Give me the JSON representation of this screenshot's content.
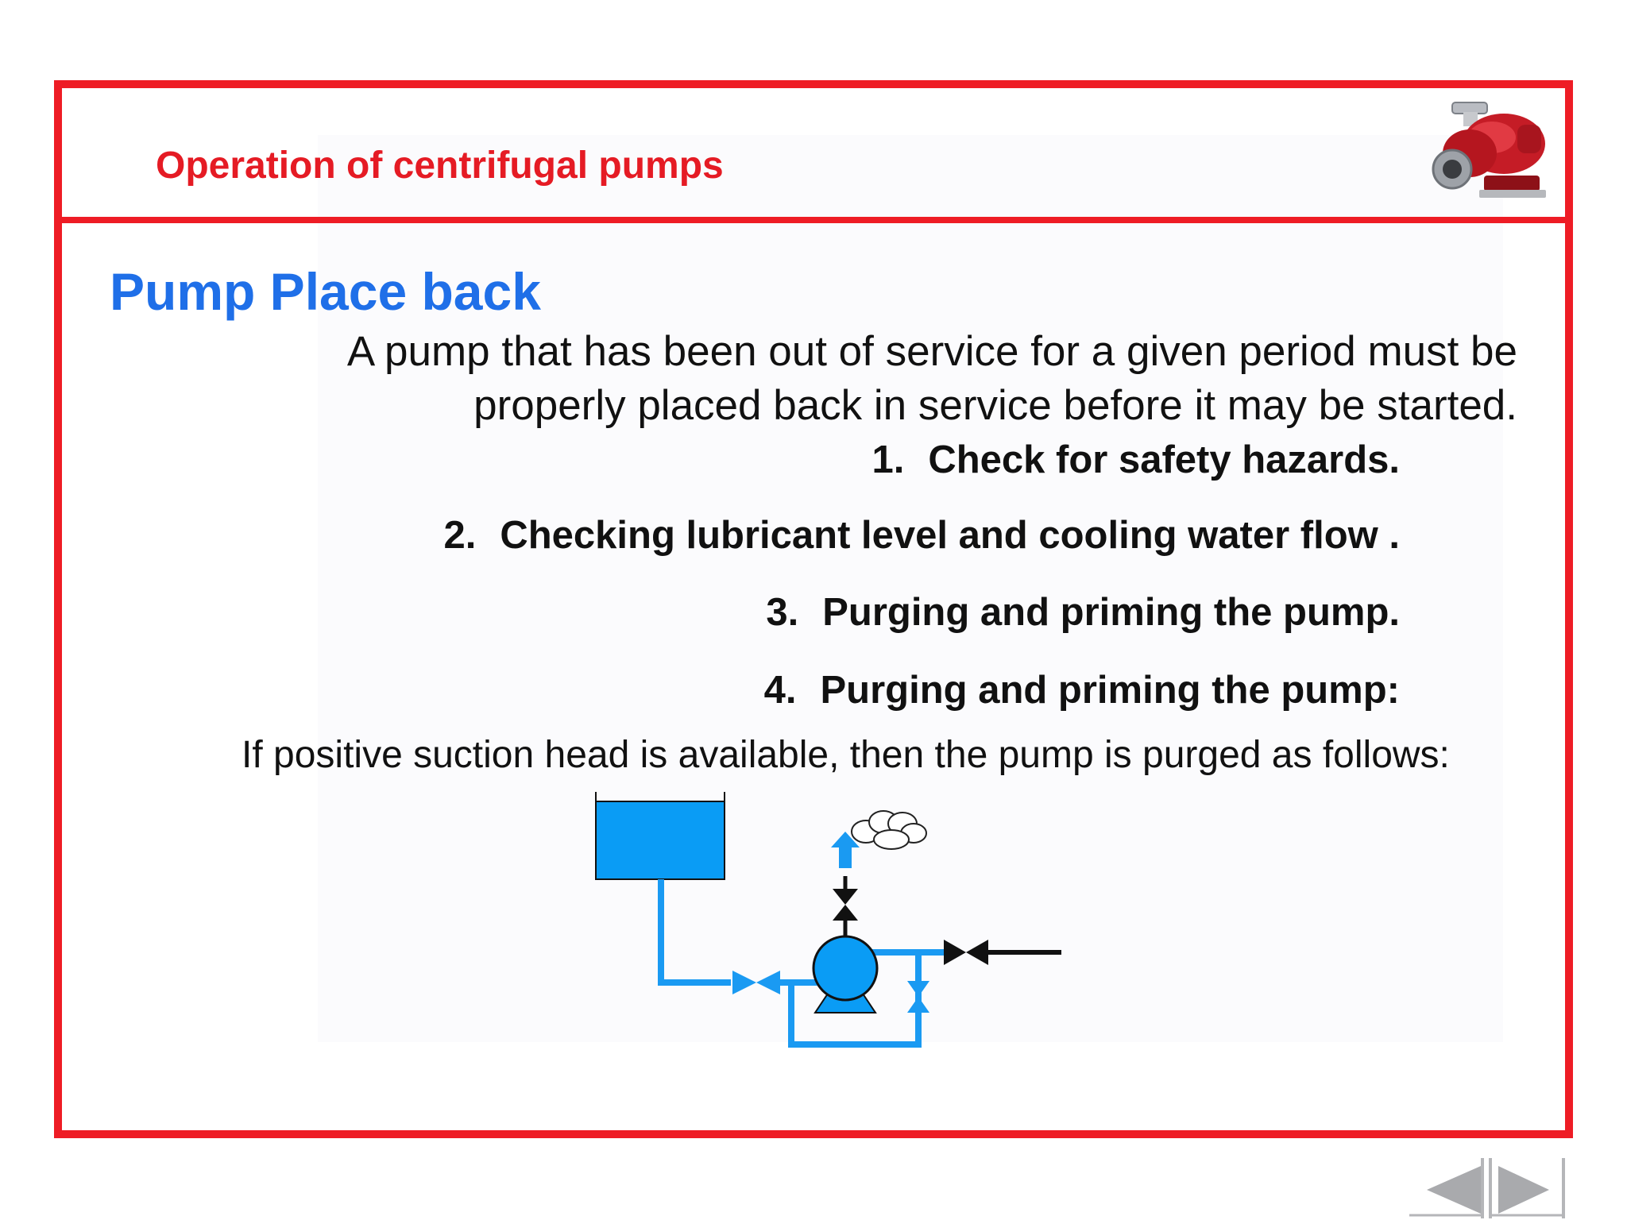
{
  "header": {
    "title": "Operation of centrifugal pumps",
    "logo_icon": "centrifugal-pump-icon"
  },
  "slide": {
    "title": "Pump Place back",
    "intro_line1": "A pump that has been out of service for a given period must be",
    "intro_line2": "properly placed back in service before it may be started.",
    "steps": [
      {
        "num": "1.",
        "text": "Check for safety hazards."
      },
      {
        "num": "2.",
        "text": "Checking lubricant level and cooling water flow ."
      },
      {
        "num": "3.",
        "text": "Purging and priming the pump."
      },
      {
        "num": "4.",
        "text": "Purging and priming the pump:"
      }
    ],
    "condition": "If positive suction head is available, then the pump is purged as follows:"
  },
  "diagram": {
    "icons": [
      "tank-icon",
      "valve-icon",
      "pump-icon",
      "vent-arrow-icon",
      "vapor-cloud-icon"
    ],
    "liquid_color": "#0a9cf5",
    "pipe_color": "#1a9af2"
  },
  "nav": {
    "prev_icon": "previous-arrow-icon",
    "next_icon": "next-arrow-icon"
  },
  "colors": {
    "frame": "#ee1c25",
    "header_title": "#e51b24",
    "slide_title": "#1f6fe8"
  }
}
